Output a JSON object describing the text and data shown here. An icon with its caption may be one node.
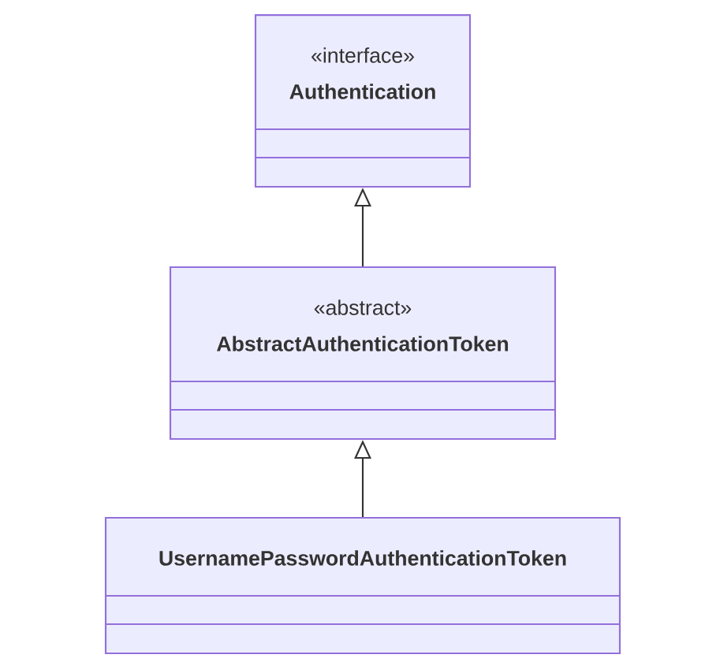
{
  "diagram": {
    "nodes": [
      {
        "text": [
          "«interface»",
          "Authentication"
        ]
      },
      {
        "text": [
          "«abstract»",
          "AbstractAuthenticationToken"
        ]
      },
      {
        "text": [
          "UsernamePasswordAuthenticationToken"
        ]
      }
    ],
    "edges": [
      {
        "from": 1,
        "to": 0,
        "arrow": "to"
      },
      {
        "from": 2,
        "to": 1,
        "arrow": "to"
      }
    ]
  }
}
